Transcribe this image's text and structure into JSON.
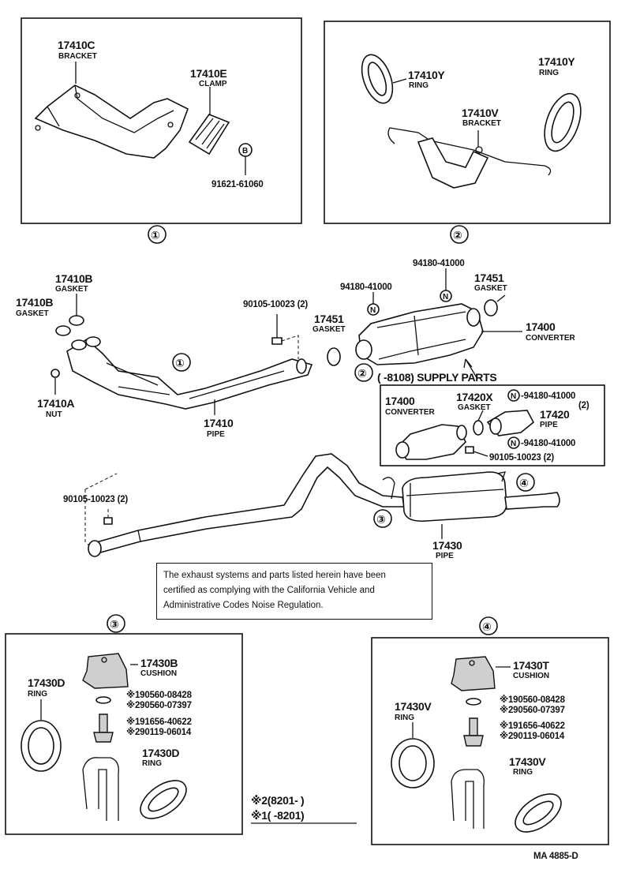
{
  "boxes": {
    "b1": {
      "ref": "①",
      "bracket_pn": "17410C",
      "bracket_name": "BRACKET",
      "clamp_pn": "17410E",
      "clamp_name": "CLAMP",
      "bolt_pn": "91621-61060",
      "bolt_mark": "B"
    },
    "b2": {
      "ref": "②",
      "ring_a_pn": "17410Y",
      "ring_a_name": "RING",
      "ring_b_pn": "17410Y",
      "ring_b_name": "RING",
      "bracket_pn": "17410V",
      "bracket_name": "BRACKET"
    },
    "b3": {
      "ref": "③",
      "cushion_pn": "17430B",
      "cushion_name": "CUSHION",
      "ring_a_pn": "17430D",
      "ring_a_name": "RING",
      "ring_b_pn": "17430D",
      "ring_b_name": "RING",
      "w1": "※190560-08428",
      "w2": "※290560-07397",
      "b1": "※191656-40622",
      "b2": "※290119-06014"
    },
    "b4": {
      "ref": "④",
      "cushion_pn": "17430T",
      "cushion_name": "CUSHION",
      "ring_a_pn": "17430V",
      "ring_a_name": "RING",
      "ring_b_pn": "17430V",
      "ring_b_name": "RING",
      "w1": "※190560-08428",
      "w2": "※290560-07397",
      "b1": "※191656-40622",
      "b2": "※290119-06014"
    }
  },
  "main": {
    "gasket_a_pn": "17410B",
    "gasket_a_name": "GASKET",
    "gasket_b_pn": "17410B",
    "gasket_b_name": "GASKET",
    "nut_pn": "17410A",
    "nut_name": "NUT",
    "pipe_pn": "17410",
    "pipe_name": "PIPE",
    "bolt_pn": "90105-10023 (2)",
    "ref1": "①",
    "ref2": "②",
    "ref3": "③",
    "ref4": "④",
    "gasket_c_pn": "17451",
    "gasket_c_name": "GASKET",
    "gasket_d_pn": "17451",
    "gasket_d_name": "GASKET",
    "nut_n1_pn": "94180-41000",
    "nut_n2_pn": "94180-41000",
    "n_mark": "N",
    "converter_pn": "17400",
    "converter_name": "CONVERTER",
    "supply_text": "(      -8108)  SUPPLY PARTS",
    "tail_pipe_pn": "17430",
    "tail_pipe_name": "PIPE",
    "front_bolt_pn": "90105-10023 (2)"
  },
  "supply": {
    "converter_pn": "17400",
    "converter_name": "CONVERTER",
    "gasket_pn": "17420X",
    "gasket_name": "GASKET",
    "pipe_pn": "17420",
    "pipe_name": "PIPE",
    "nut_a_pn": "-94180-41000",
    "nut_a_qty": "(2)",
    "nut_b_pn": "-94180-41000",
    "bolt_pn": "90105-10023 (2)"
  },
  "note": {
    "line1": "The exhaust systems and parts listed herein have been",
    "line2": "certified as complying with the California Vehicle and",
    "line3": "Administrative Codes Noise Regulation."
  },
  "legend": {
    "l1": "※2(8201-      )",
    "l2": "※1(      -8201)"
  },
  "footer": {
    "code": "MA  4885-D"
  }
}
